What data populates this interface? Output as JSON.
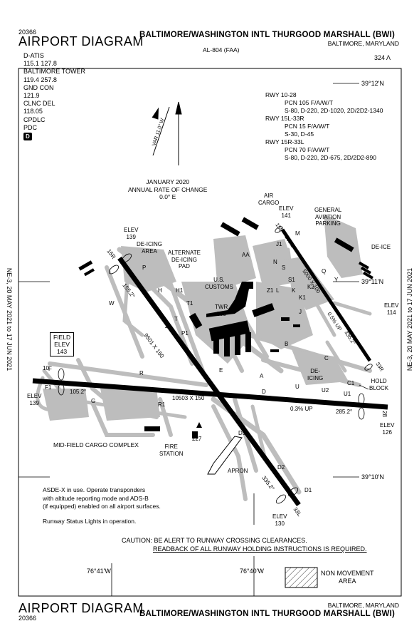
{
  "header": {
    "chart_id": "20366",
    "title": "AIRPORT DIAGRAM",
    "airport": "BALTIMORE/WASHINGTON INTL THURGOOD MARSHALL (BWI)",
    "city": "BALTIMORE, MARYLAND",
    "al_number": "AL-804 (FAA)"
  },
  "frequencies": [
    "D-ATIS",
    "115.1  127.8",
    "BALTIMORE TOWER",
    "119.4  257.8",
    "GND CON",
    "121.9",
    "CLNC DEL",
    "118.05",
    "CPDLC",
    "PDC"
  ],
  "pdc_badge": "D",
  "elevation_label": "324",
  "runway_info": [
    {
      "rwy": "RWY 10-28",
      "lines": [
        "PCN 105 F/A/W/T",
        "S-80, D-220, 2D-1020, 2D/2D2-1340"
      ]
    },
    {
      "rwy": "RWY 15L-33R",
      "lines": [
        "PCN 15 F/A/W/T",
        "S-30, D-45"
      ]
    },
    {
      "rwy": "RWY 15R-33L",
      "lines": [
        "PCN 70 F/A/W/T",
        "S-80, D-220, 2D-675, 2D/2D2-890"
      ]
    }
  ],
  "var_label": "VAR 11.0° W",
  "annual_change": [
    "JANUARY 2020",
    "ANNUAL RATE OF CHANGE",
    "0.0° E"
  ],
  "coords": {
    "lat_top": "39°12'N",
    "lat_mid": "39°11'N",
    "lat_bot": "39°10'N",
    "lon_left": "76°41'W",
    "lon_right": "76°40'W"
  },
  "side_text": "NE-3, 20 MAY 2021  to  17 JUN 2021",
  "labels": {
    "air_cargo": [
      "AIR",
      "CARGO"
    ],
    "elev_141": [
      "ELEV",
      "141"
    ],
    "general_aviation": [
      "GENERAL",
      "AVIATION",
      "PARKING"
    ],
    "de_ice_right": "DE-ICE",
    "elev_139_top": [
      "ELEV",
      "139"
    ],
    "deicing_area": [
      "DE-ICING",
      "AREA"
    ],
    "alternate_deicing": [
      "ALTERNATE",
      "DE-ICING",
      "PAD"
    ],
    "us_customs": [
      "U.S.",
      "CUSTOMS"
    ],
    "twr": [
      "TWR",
      "285"
    ],
    "field_elev": [
      "FIELD",
      "ELEV",
      "143"
    ],
    "elev_139_left": [
      "ELEV",
      "139"
    ],
    "hold_block": [
      "HOLD",
      "BLOCK"
    ],
    "deicing_mid": [
      "DE-",
      "ICING"
    ],
    "elev_114": [
      "ELEV",
      "114"
    ],
    "elev_126": [
      "ELEV",
      "126"
    ],
    "midfield_cargo": "MID-FIELD CARGO COMPLEX",
    "fire_station": [
      "FIRE",
      "STATION"
    ],
    "obstacle_227": "227",
    "apron": "APRON",
    "elev_130": [
      "ELEV",
      "130"
    ],
    "non_movement": [
      "NON MOVEMENT",
      "AREA"
    ]
  },
  "runway_labels": {
    "rwy_10_28": "10503 X 150",
    "rwy_15r_33l": "9501 X 150",
    "rwy_15l_33r": "5000 X 100",
    "hdg_105": "105.2°",
    "hdg_285": "285.2°",
    "hdg_155_left": "155.2°",
    "hdg_335_bottom": "335.2°",
    "hdg_155_right": "155.2°",
    "hdg_335_right": "335.2°",
    "grad_28": "0.3% UP",
    "grad_33r": "0.5% UP",
    "end_10": "10",
    "end_28": "28",
    "end_15r": "15R",
    "end_33l": "33L",
    "end_15l": "15L",
    "end_33r": "33R"
  },
  "notes": [
    "ASDE-X in use. Operate transponders",
    "with altitude reporting mode and ADS-B",
    "(if equipped) enabled on all airport surfaces.",
    "",
    "Runway Status Lights in operation."
  ],
  "caution": [
    "CAUTION: BE ALERT TO RUNWAY CROSSING CLEARANCES.",
    "READBACK OF ALL RUNWAY HOLDING INSTRUCTIONS IS REQUIRED."
  ],
  "footer": {
    "title": "AIRPORT DIAGRAM",
    "chart_id": "20366",
    "city": "BALTIMORE, MARYLAND",
    "airport": "BALTIMORE/WASHINGTON INTL THURGOOD MARSHALL (BWI)"
  },
  "taxiway_letters": [
    "A",
    "B",
    "C",
    "D",
    "E",
    "F",
    "G",
    "H",
    "J",
    "K",
    "L",
    "M",
    "N",
    "P",
    "Q",
    "R",
    "S",
    "T",
    "U",
    "W",
    "Y",
    "Z",
    "D1",
    "D2",
    "D3",
    "U1",
    "U2",
    "R1",
    "AA",
    "K1",
    "Z1",
    "C1",
    "F1",
    "S1",
    "T1",
    "H1",
    "P1",
    "K2",
    "J1"
  ]
}
